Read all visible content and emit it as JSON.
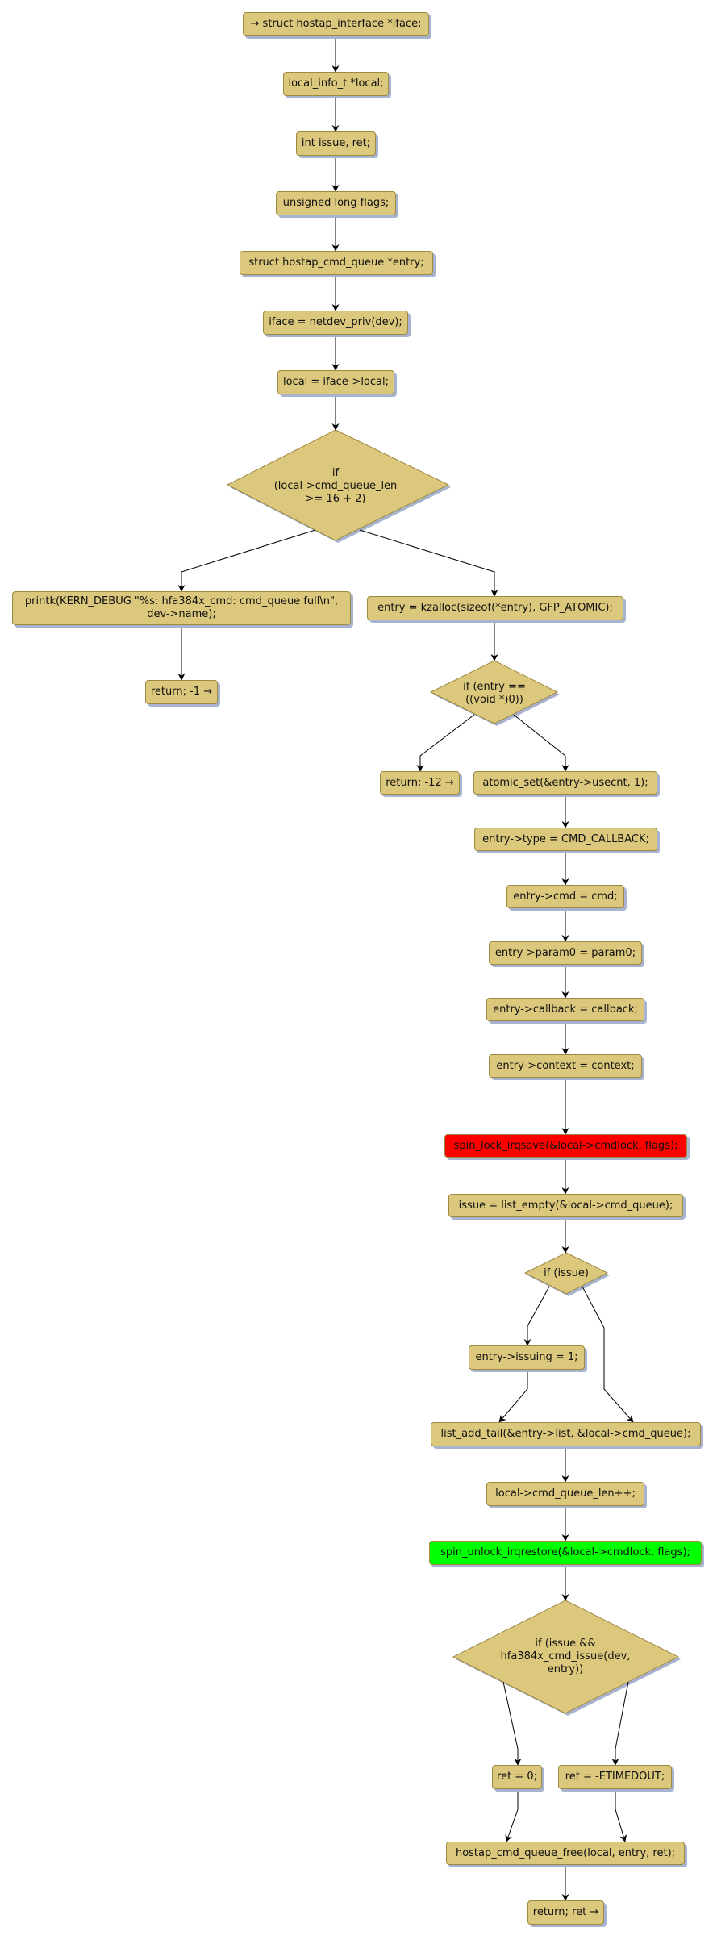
{
  "nodes": {
    "iface_decl": "→ struct hostap_interface *iface;",
    "local_decl": "local_info_t *local;",
    "issue_decl": "int issue, ret;",
    "flags_decl": "unsigned long flags;",
    "entry_decl": "struct hostap_cmd_queue *entry;",
    "iface_assign": "iface = netdev_priv(dev);",
    "local_assign": "local = iface->local;",
    "cond_queue_full": "if\n(local->cmd_queue_len\n>= 16 + 2)",
    "printk": "printk(KERN_DEBUG \"%s: hfa384x_cmd: cmd_queue full\\n\",\ndev->name);",
    "return_minus1": "return; -1 →",
    "kzalloc": "entry = kzalloc(sizeof(*entry), GFP_ATOMIC);",
    "cond_entry_null": "if (entry ==\n((void *)0))",
    "return_minus12": "return; -12 →",
    "atomic_set": "atomic_set(&entry->usecnt, 1);",
    "set_type": "entry->type = CMD_CALLBACK;",
    "set_cmd": "entry->cmd = cmd;",
    "set_param0": "entry->param0 = param0;",
    "set_callback": "entry->callback = callback;",
    "set_context": "entry->context = context;",
    "spin_lock": "spin_lock_irqsave(&local->cmdlock, flags);",
    "issue_assign": "issue = list_empty(&local->cmd_queue);",
    "cond_issue": "if (issue)",
    "set_issuing": "entry->issuing = 1;",
    "list_add_tail": "list_add_tail(&entry->list, &local->cmd_queue);",
    "queue_len_inc": "local->cmd_queue_len++;",
    "spin_unlock": "spin_unlock_irqrestore(&local->cmdlock, flags);",
    "cond_cmd_issue": "if (issue &&\nhfa384x_cmd_issue(dev,\nentry))",
    "ret_zero": "ret = 0;",
    "ret_timeout": "ret = -ETIMEDOUT;",
    "queue_free": "hostap_cmd_queue_free(local, entry, ret);",
    "return_ret": "return; ret →"
  },
  "colors": {
    "node_fill": "#dcc87c",
    "lock_fill": "#ff0000",
    "unlock_fill": "#00ff00"
  }
}
